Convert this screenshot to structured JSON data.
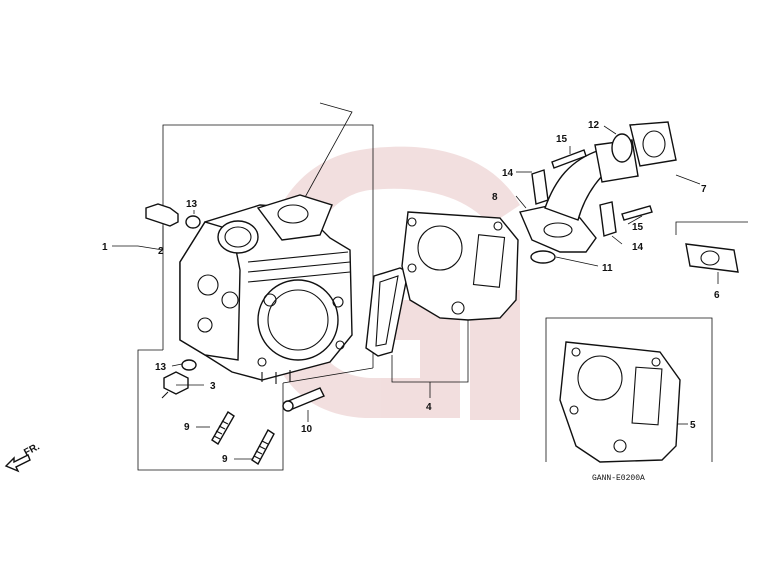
{
  "diagram": {
    "code": "GANN-E0200A",
    "front_label": "FR.",
    "watermark_color": "#e8c4c4",
    "callouts": {
      "c1": "1",
      "c2": "2",
      "c3": "3",
      "c4": "4",
      "c5": "5",
      "c6": "6",
      "c7": "7",
      "c8": "8",
      "c9a": "9",
      "c9b": "9",
      "c10": "10",
      "c11": "11",
      "c12": "12",
      "c13a": "13",
      "c13b": "13",
      "c14a": "14",
      "c14b": "14",
      "c15a": "15",
      "c15b": "15"
    }
  }
}
